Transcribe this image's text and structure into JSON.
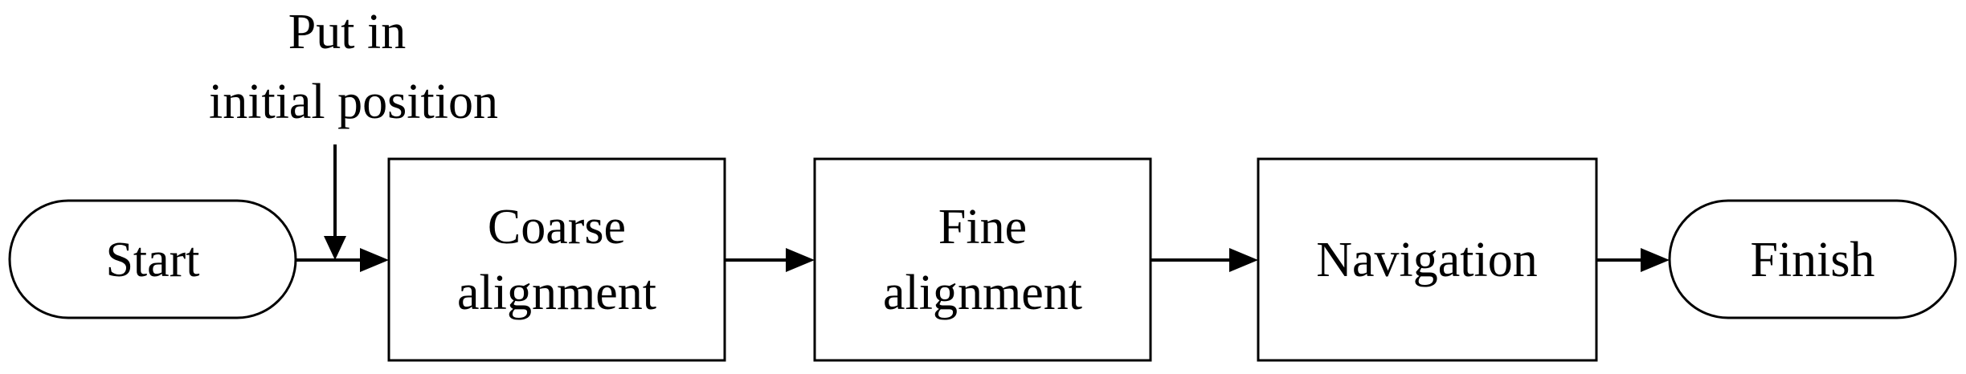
{
  "diagram": {
    "annotation": {
      "line1": "Put in",
      "line2": "initial position"
    },
    "nodes": {
      "start": "Start",
      "coarse": {
        "line1": "Coarse",
        "line2": "alignment"
      },
      "fine": {
        "line1": "Fine",
        "line2": "alignment"
      },
      "navigation": "Navigation",
      "finish": "Finish"
    }
  }
}
